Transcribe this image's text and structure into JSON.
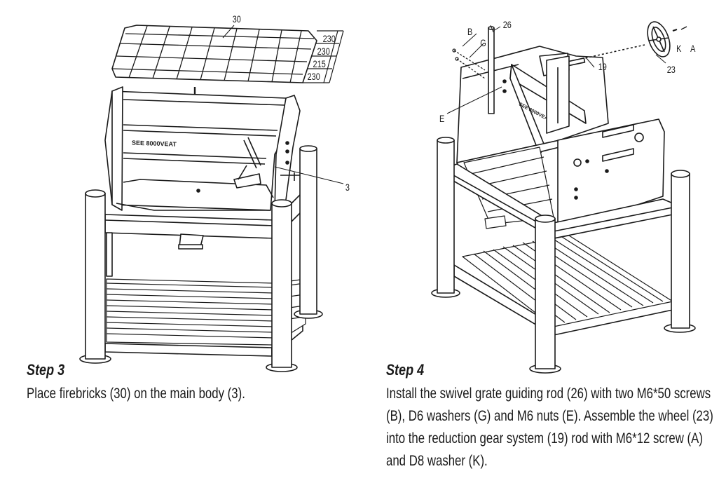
{
  "step3": {
    "title": "Step 3",
    "text": "Place firebricks (30) on the main body (3).",
    "callouts": {
      "firebricks": "30",
      "main_body": "3",
      "dim1": "230",
      "dim2": "230",
      "dim3": "215",
      "dim4": "230"
    },
    "brand_mark": "SEE 8000VEAT"
  },
  "step4": {
    "title": "Step 4",
    "lines": [
      "Install the swivel grate guiding rod (26) with two M6*50 screws",
      "(B), D6 washers (G) and M6 nuts (E). Assemble the wheel (23)",
      "into the reduction gear system (19) rod with M6*12 screw (A)",
      "and D8 washer (K)."
    ],
    "callouts": {
      "screw_b": "B",
      "rod": "26",
      "washer_g": "G",
      "nut_e": "E",
      "gear_rod": "19",
      "wheel": "23",
      "washer_k": "K",
      "screw_a": "A"
    },
    "brand_mark": "SEE 8000VEAT"
  }
}
